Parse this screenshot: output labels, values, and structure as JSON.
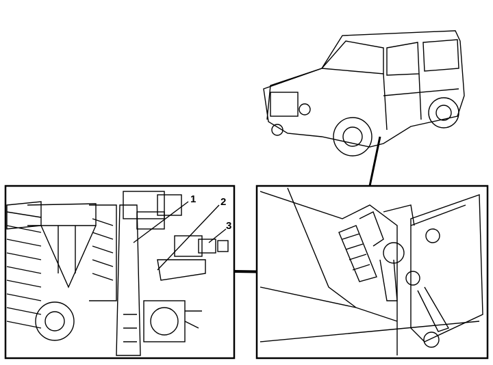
{
  "diagram": {
    "callouts": [
      {
        "label": "1"
      },
      {
        "label": "2"
      },
      {
        "label": "3"
      }
    ],
    "colors": {
      "ink": "#000000",
      "paper": "#ffffff"
    }
  }
}
